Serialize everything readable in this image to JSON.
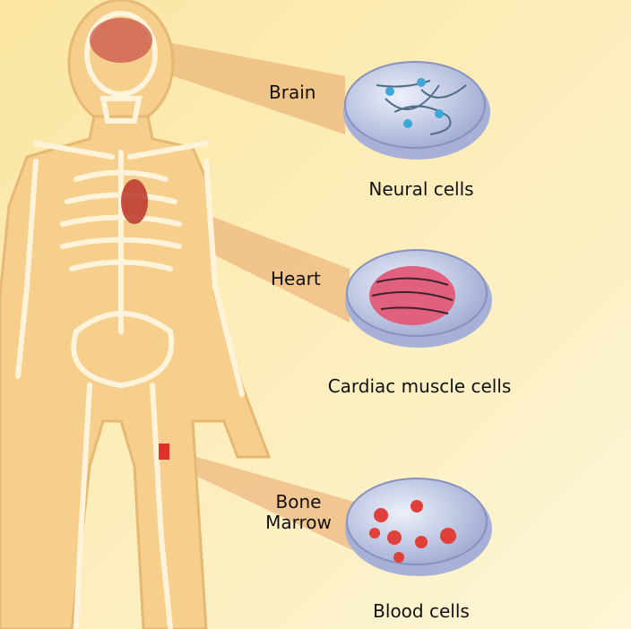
{
  "title": "Stem cell sources and derived cell types",
  "organs": [
    {
      "label": "Brain",
      "cells_label": "Neural cells"
    },
    {
      "label": "Heart",
      "cells_label": "Cardiac muscle cells"
    },
    {
      "label_line1": "Bone",
      "label_line2": "Marrow",
      "cells_label": "Blood cells"
    }
  ],
  "colors": {
    "background": "#fbe9ae",
    "body_fill": "#f6cf8c",
    "bone_outline": "#e6b874",
    "beam": "#e8a468",
    "dish": "#b9c3e0",
    "neuron": "#3aa8d8",
    "cardiac": "#e0607e",
    "blood": "#e0403a"
  }
}
